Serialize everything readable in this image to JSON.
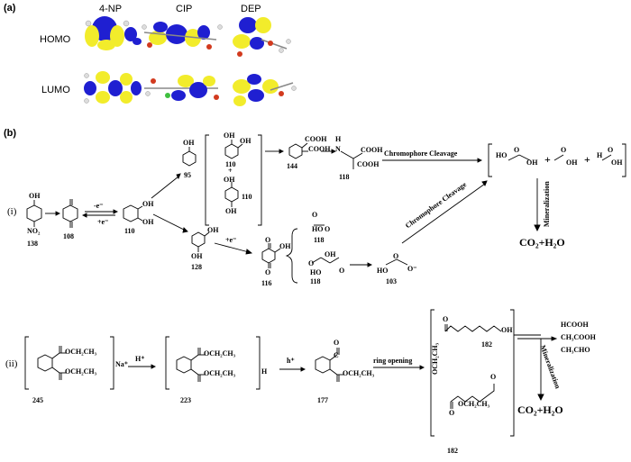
{
  "panel_a": {
    "label": "(a)",
    "columns": [
      "4-NP",
      "CIP",
      "DEP"
    ],
    "rows": [
      "HOMO",
      "LUMO"
    ]
  },
  "panel_b": {
    "label": "(b)",
    "pathway_i": {
      "label": "(i)",
      "numbers": [
        "138",
        "108",
        "110",
        "95",
        "110",
        "110",
        "144",
        "118",
        "128",
        "116",
        "118",
        "118",
        "103"
      ],
      "reagents": {
        "minus_e": "-e⁻",
        "plus_e": "+e⁻",
        "plus_e2": "+e⁻",
        "chromophore_top": "Chromophore Cleavage",
        "chromophore_diag": "Chromophore Cleavage",
        "mineralization": "Mineralization",
        "co2": "CO₂+H₂O",
        "plus1": "+",
        "plus2": "+",
        "plus_mid": "+"
      },
      "fragments": {
        "no2": "NO₂",
        "oh": "OH",
        "cooh": "COOH",
        "nh": "H",
        "n": "N",
        "ho": "HO",
        "o": "O",
        "ominus": "O⁻",
        "ho_prod": "HO",
        "oh_prod": "OH",
        "oh_h": "H",
        "oh_o": "O"
      }
    },
    "pathway_ii": {
      "label": "(ii)",
      "numbers": [
        "245",
        "223",
        "177",
        "182",
        "182"
      ],
      "reagents": {
        "na": "Na⁺",
        "h_plus": "H⁺",
        "h_hole": "h⁺",
        "ring_opening": "ring opening",
        "mineralization": "Mineralization",
        "co2": "CO₂+H₂O",
        "h": "H"
      },
      "groups": {
        "oet1": "OCH₂CH₃",
        "oet2": "OCH₂CH₃",
        "oet3": "OCH₂CH₃",
        "oet4": "OCH₂CH₃",
        "oet5": "OCH₂CH₃",
        "oet6": "OCH₂CH₃",
        "oh": "OH",
        "o": "O",
        "c_rad": "C",
        "och2": "OCH₂CH₃"
      },
      "products": [
        "HCOOH",
        "CH₃COOH",
        "CH₃CHO"
      ]
    }
  },
  "colors": {
    "orbital_blue": "#1f1fd1",
    "orbital_yellow": "#f2ec2b",
    "atom_grey": "#8a8a8a",
    "oxygen_red": "#d23a1e"
  }
}
